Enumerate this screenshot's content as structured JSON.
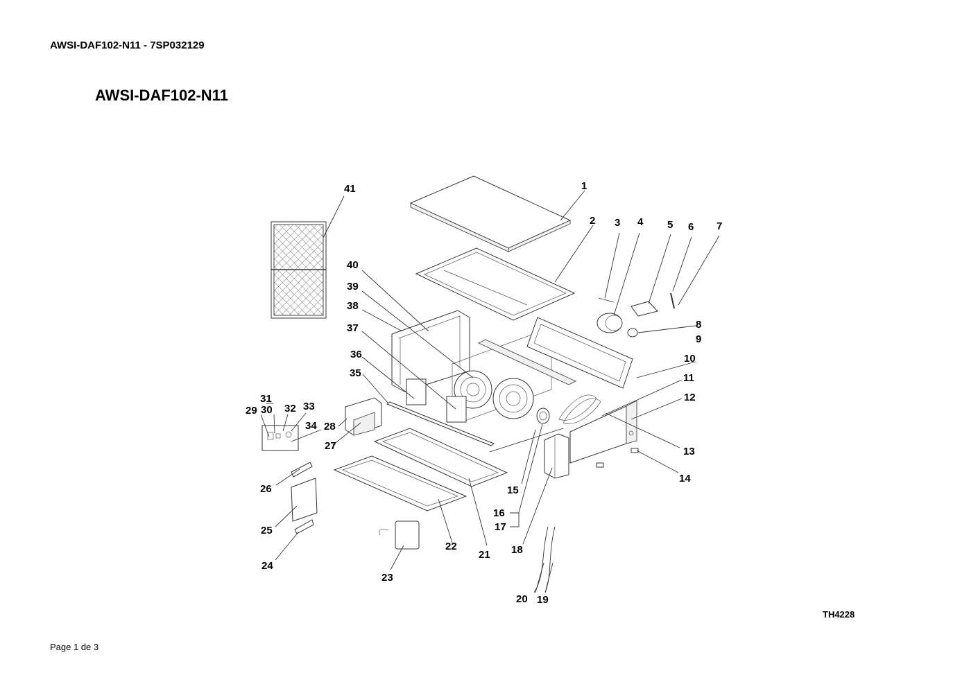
{
  "header": {
    "doc_ref": "AWSI-DAF102-N11 - 7SP032129"
  },
  "title": "AWSI-DAF102-N11",
  "drawing_code": "TH4228",
  "footer": {
    "page": "Page 1 de 3"
  },
  "callouts": [
    "1",
    "2",
    "3",
    "4",
    "5",
    "6",
    "7",
    "8",
    "9",
    "10",
    "11",
    "12",
    "13",
    "14",
    "15",
    "16",
    "17",
    "18",
    "19",
    "20",
    "21",
    "22",
    "23",
    "24",
    "25",
    "26",
    "27",
    "28",
    "29",
    "30",
    "31",
    "32",
    "33",
    "34",
    "35",
    "36",
    "37",
    "38",
    "39",
    "40",
    "41"
  ]
}
